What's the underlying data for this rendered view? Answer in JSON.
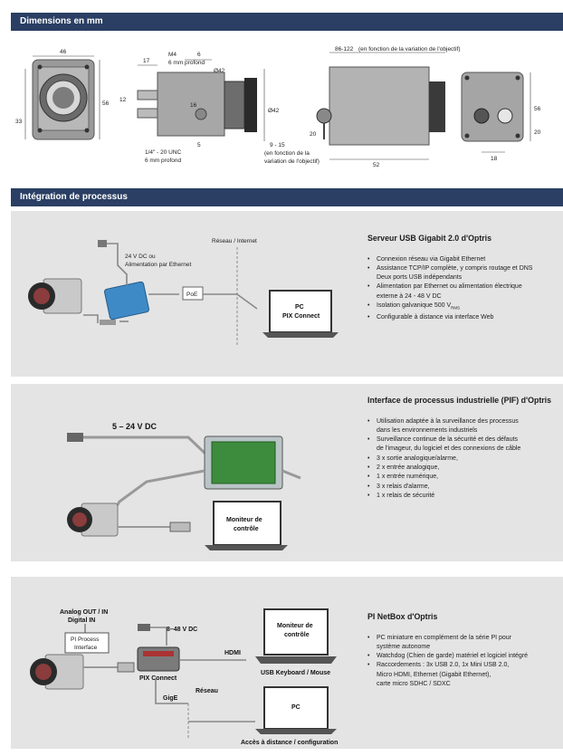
{
  "dimensions": {
    "header": "Dimensions en mm",
    "labels": {
      "d46": "46",
      "d33": "33",
      "d56": "56",
      "d12": "12",
      "d17": "17",
      "m4": "M4",
      "m4_depth": "6 mm profond",
      "d6": "6",
      "d42": "Ø42",
      "d16": "16",
      "d5": "5",
      "unc": "1/4\" - 20 UNC",
      "unc_depth": "6 mm profond",
      "d9_15": "9 - 15",
      "lens_note_1": "(en fonction de la",
      "lens_note_2": "variation de l'objectif)",
      "d86_122": "86-122",
      "lens_note_top": "(en fonction de la variation de l'objectif)",
      "d20": "20",
      "d52": "52",
      "d56b": "56",
      "d20b": "20",
      "d18": "18"
    }
  },
  "integration": {
    "header": "Intégration de processus",
    "usb_server": {
      "title": "Serveur USB Gigabit 2.0 d'Optris",
      "bullets": [
        "Connexion réseau via Gigabit Ethernet",
        "Assistance TCP/IP complète, y compris routage et DNS",
        "Deux ports USB indépendants",
        "Alimentation par Ethernet ou alimentation électrique",
        "externe à 24 - 48 V DC",
        "Isolation galvanique 500 V",
        "Configurable à distance via interface Web"
      ],
      "rms": "RMS",
      "diagram": {
        "power": "24 V DC ou",
        "power2": "Alimentation par Ethernet",
        "network": "Réseau / Internet",
        "poe": "PoE",
        "pc": "PC",
        "pc2": "PIX Connect"
      }
    },
    "pif": {
      "title": "Interface de processus industrielle (PIF) d'Optris",
      "bullets": [
        "Utilisation adaptée à la surveillance des processus",
        "dans les environnements industriels",
        "Surveillance continue de la sécurité et des défauts",
        "de l'imageur, du logiciel et des connexions de câble",
        "3 x sortie analogique/alarme,",
        "2 x entrée analogique,",
        "1 x entrée numérique,",
        "3 x relais d'alarme,",
        "1 x relais de sécurité"
      ],
      "diagram": {
        "power": "5 – 24 V DC",
        "monitor": "Moniteur de",
        "monitor2": "contrôle"
      }
    },
    "netbox": {
      "title": "PI NetBox d'Optris",
      "bullets": [
        "PC miniature en complément de la série PI pour",
        "système autonome",
        "Watchdog (Chien de garde) matériel et logiciel intégré",
        "Raccordements : 3x USB 2.0, 1x Mini USB 2.0,",
        "Micro HDMI, Ethernet (Gigabit Ethernet),",
        "carte micro SDHC / SDXC"
      ],
      "diagram": {
        "analog": "Analog OUT / IN",
        "digital": "Digital IN",
        "pip1": "PI Process",
        "pip2": "Interface",
        "power": "8–48 V DC",
        "monitor": "Moniteur de",
        "monitor2": "contrôle",
        "hdmi": "HDMI",
        "pix": "PIX Connect",
        "usb_kb": "USB Keyboard / Mouse",
        "network": "Réseau",
        "gige": "GigE",
        "pc": "PC",
        "remote": "Accès à distance / configuration"
      }
    }
  }
}
